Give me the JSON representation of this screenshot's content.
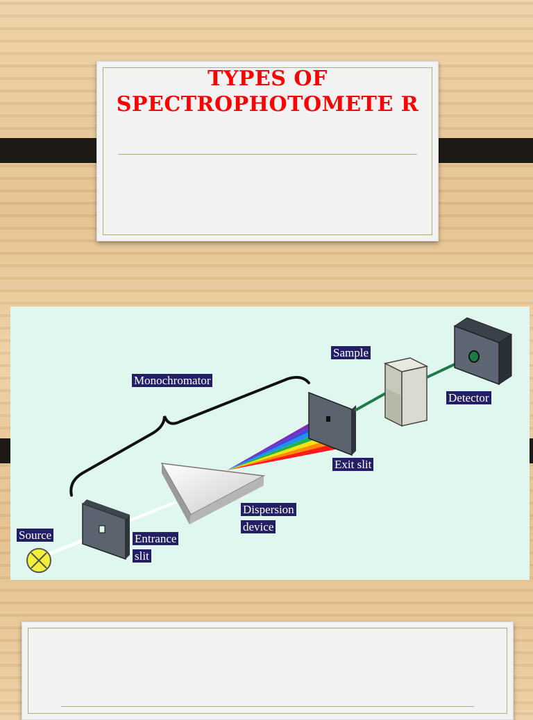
{
  "slide": {
    "title": "TYPES OF SPECTROPHOTOMETE R"
  },
  "diagram": {
    "labels": {
      "monochromator": "Monochromator",
      "sample": "Sample",
      "detector": "Detector",
      "exit_slit": "Exit slit",
      "dispersion_line1": "Dispersion",
      "dispersion_line2": "device",
      "source": "Source",
      "entrance_line1": "Entrance",
      "entrance_line2": "slit"
    },
    "colors": {
      "background": "#dff7ef",
      "label_bg": "#231f66",
      "beam_out": "#1f7a4a",
      "source_fill": "#f3ee3c"
    }
  }
}
